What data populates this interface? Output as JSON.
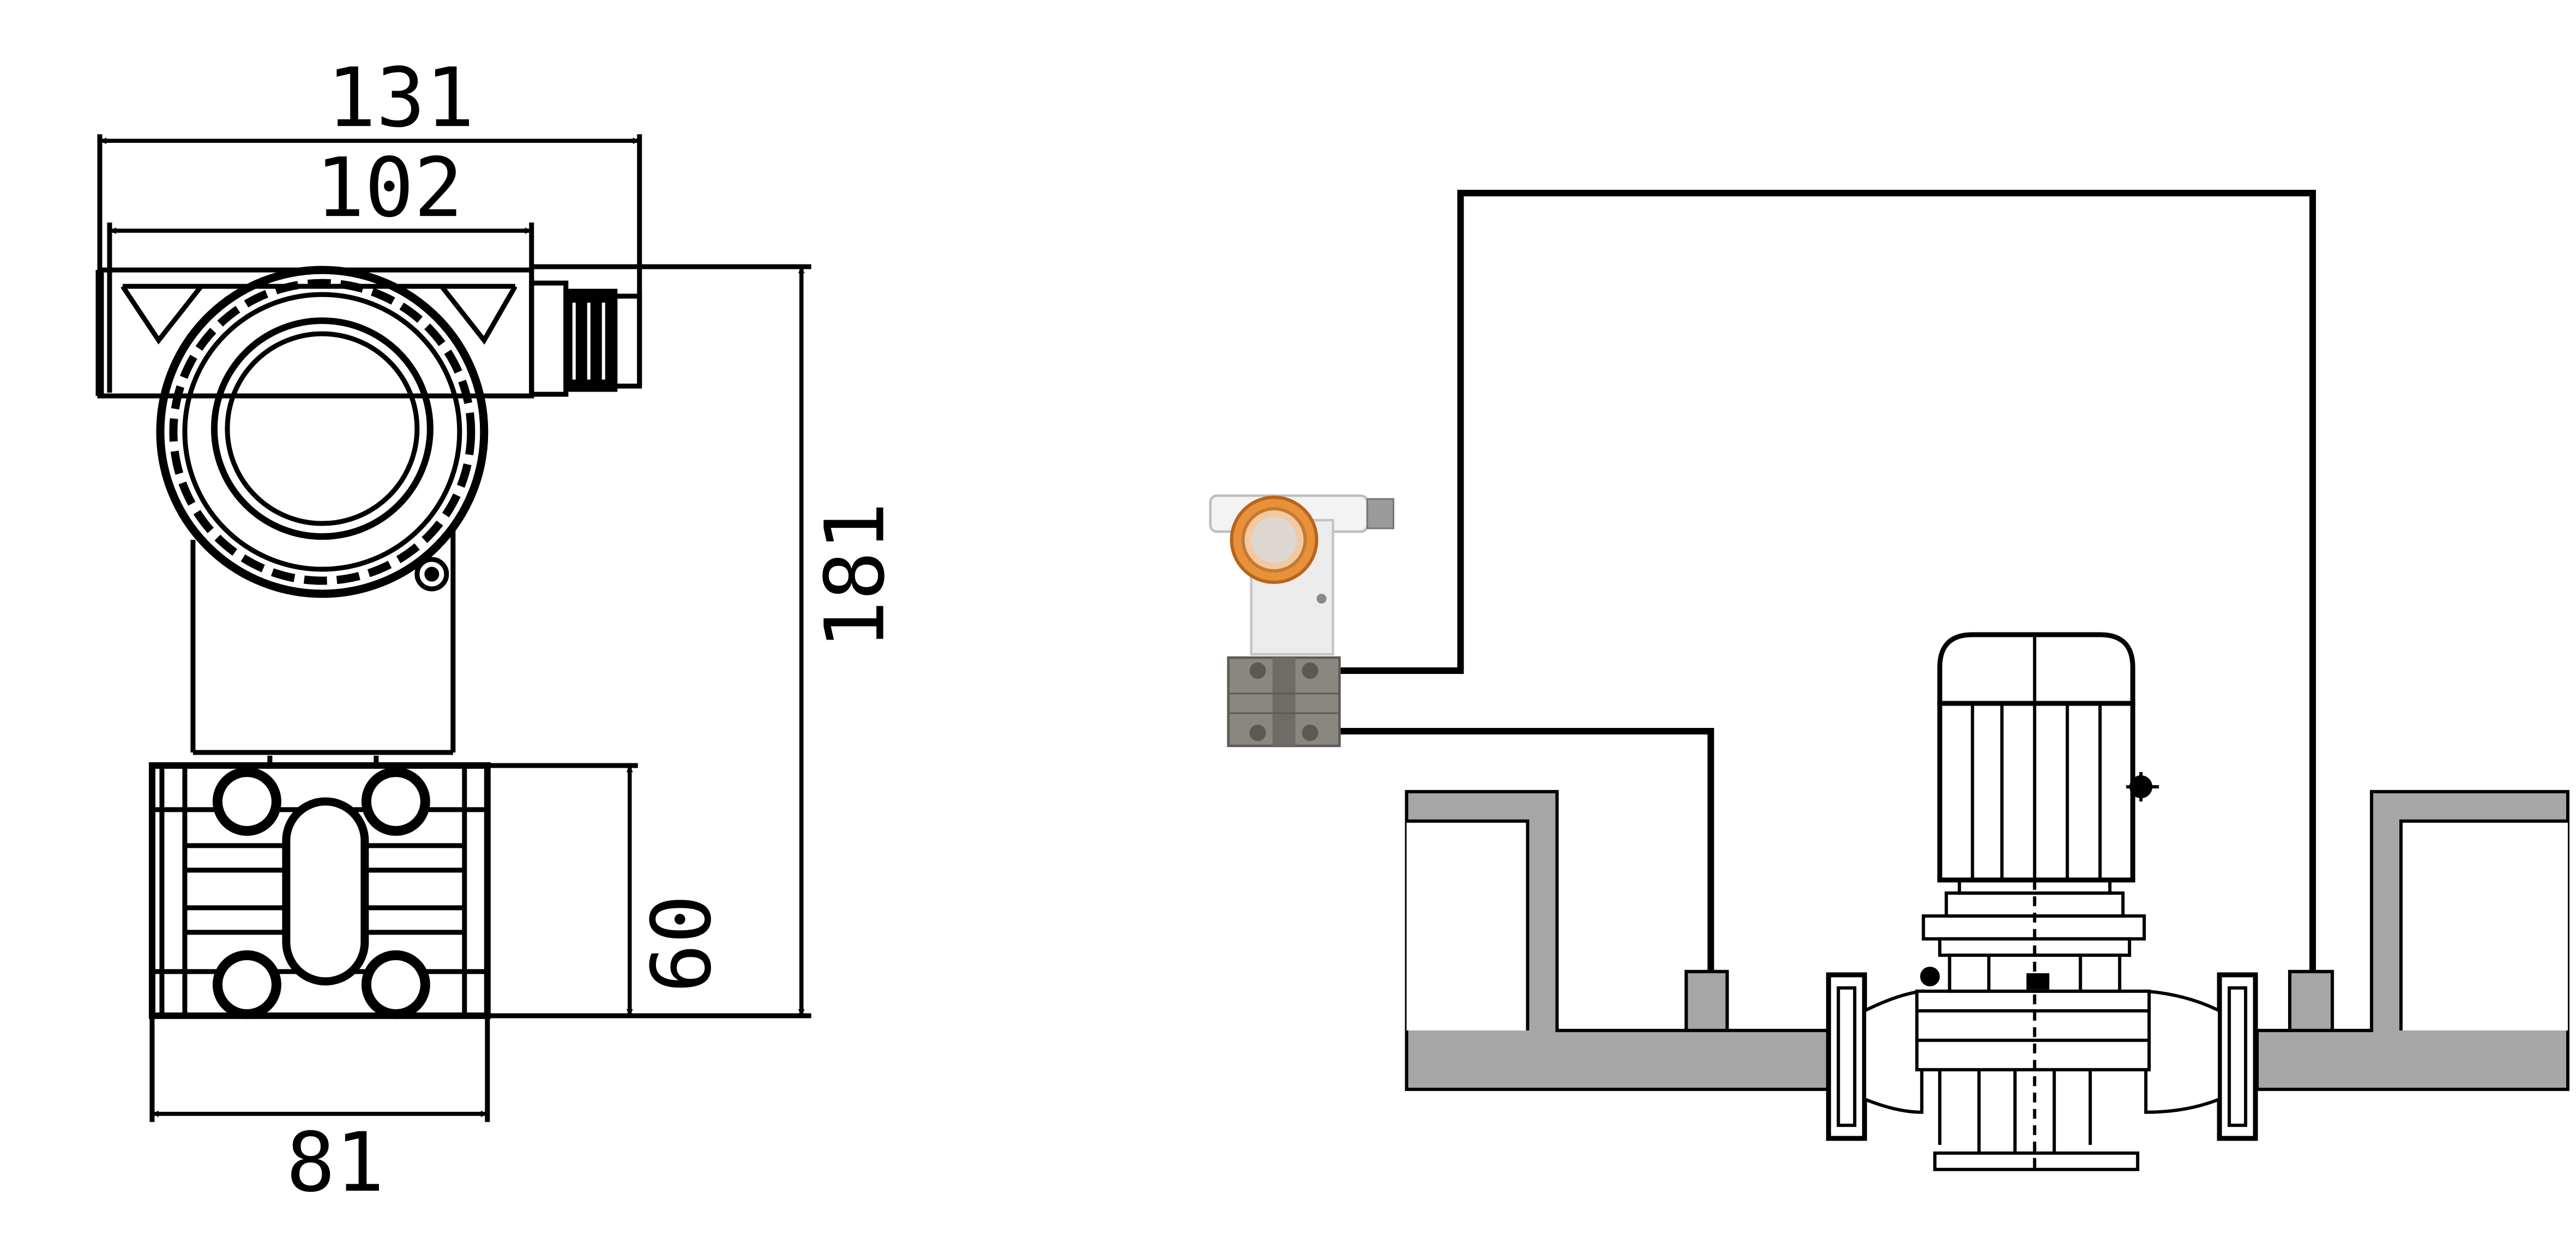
{
  "dimensions": {
    "overall_width": "131",
    "housing_width": "102",
    "overall_height": "181",
    "flange_height": "60",
    "flange_width": "81"
  },
  "colors": {
    "line": "#000000",
    "pipe_fill": "#a6a6a6",
    "transmitter_cover": "#e8913a",
    "transmitter_body": "#ececec",
    "transmitter_flange": "#8a8680"
  }
}
